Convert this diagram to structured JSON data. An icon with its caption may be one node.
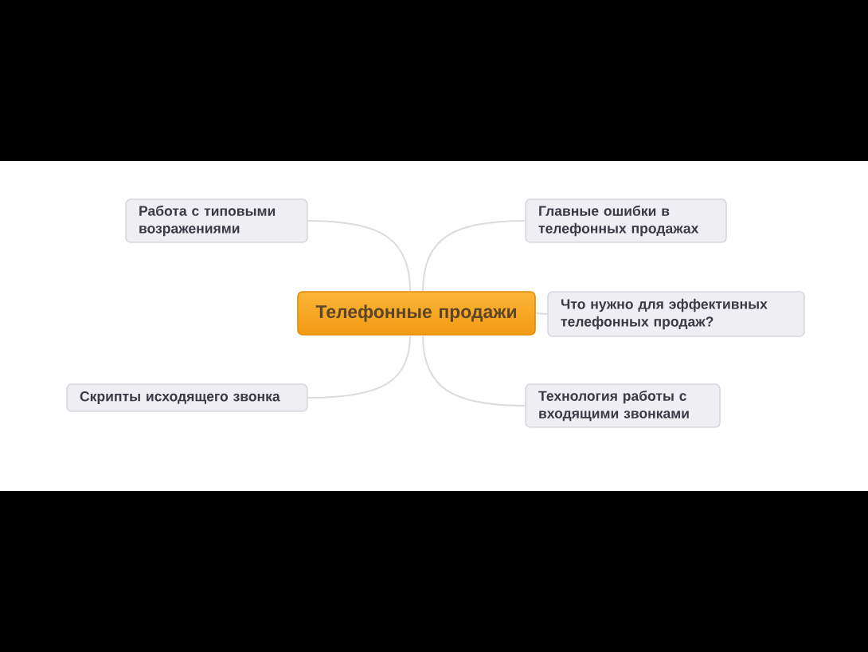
{
  "diagram": {
    "nodes": [
      {
        "text": [
          "Телефонные продажи"
        ]
      },
      {
        "text": [
          "Работа с типовыми возражениями"
        ]
      },
      {
        "text": [
          "Главные ошибки в телефонных продажах"
        ]
      },
      {
        "text": [
          "Что нужно для эффективных телефонных продаж?"
        ]
      },
      {
        "text": [
          "Скрипты исходящего звонка"
        ]
      },
      {
        "text": [
          "Технология работы с входящими звонками"
        ]
      }
    ],
    "edges": [
      {
        "from": 0,
        "to": 1,
        "arrow": "none"
      },
      {
        "from": 0,
        "to": 2,
        "arrow": "none"
      },
      {
        "from": 0,
        "to": 3,
        "arrow": "none"
      },
      {
        "from": 0,
        "to": 4,
        "arrow": "none"
      },
      {
        "from": 0,
        "to": 5,
        "arrow": "none"
      }
    ]
  }
}
